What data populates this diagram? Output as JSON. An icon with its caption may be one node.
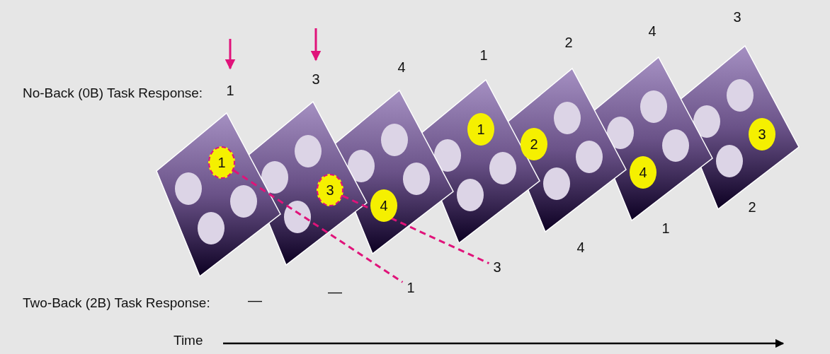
{
  "diagram": {
    "nodes": [
      {
        "text": [],
        "shape": "box"
      },
      {
        "text": [
          "1"
        ],
        "in": 0
      },
      {
        "text": [],
        "shape": "circle",
        "in": 0
      },
      {
        "text": [],
        "shape": "circle",
        "in": 0
      },
      {
        "text": [],
        "shape": "circle",
        "in": 0
      },
      {
        "text": [],
        "shape": "box"
      },
      {
        "text": [],
        "shape": "circle",
        "in": 5
      },
      {
        "text": [],
        "shape": "circle",
        "in": 5
      },
      {
        "text": [
          "3"
        ],
        "in": 5
      },
      {
        "text": [],
        "shape": "circle",
        "in": 5
      },
      {
        "text": [],
        "shape": "box"
      },
      {
        "text": [],
        "shape": "circle",
        "in": 10
      },
      {
        "text": [],
        "shape": "circle",
        "in": 10
      },
      {
        "text": [],
        "shape": "circle",
        "in": 10
      },
      {
        "text": [
          "4"
        ],
        "in": 10
      },
      {
        "text": [],
        "shape": "box"
      },
      {
        "text": [
          "1"
        ],
        "in": 15
      },
      {
        "text": [],
        "shape": "circle",
        "in": 15
      },
      {
        "text": [],
        "shape": "circle",
        "in": 15
      },
      {
        "text": [],
        "shape": "circle",
        "in": 15
      },
      {
        "text": [],
        "shape": "box"
      },
      {
        "text": [],
        "shape": "circle",
        "in": 20
      },
      {
        "text": [
          "2"
        ],
        "in": 20
      },
      {
        "text": [],
        "shape": "circle",
        "in": 20
      },
      {
        "text": [],
        "shape": "circle",
        "in": 20
      },
      {
        "text": [],
        "shape": "box"
      },
      {
        "text": [],
        "shape": "circle",
        "in": 25
      },
      {
        "text": [],
        "shape": "circle",
        "in": 25
      },
      {
        "text": [],
        "shape": "circle",
        "in": 25
      },
      {
        "text": [
          "4"
        ],
        "in": 25
      },
      {
        "text": [],
        "shape": "box"
      },
      {
        "text": [],
        "shape": "circle",
        "in": 30
      },
      {
        "text": [],
        "shape": "circle",
        "in": 30
      },
      {
        "text": [
          "3"
        ],
        "in": 30
      },
      {
        "text": [],
        "shape": "circle",
        "in": 30
      },
      {
        "text": [
          "1"
        ]
      },
      {
        "text": [
          "3"
        ]
      }
    ],
    "edges": [
      {
        "from": 1,
        "to": 35,
        "arrow": "none",
        "style": "dashed"
      },
      {
        "from": 8,
        "to": 36,
        "arrow": "none",
        "style": "dashed"
      }
    ],
    "labels": [
      "No-Back (0B) Task Response:",
      "1",
      "3",
      "4",
      "1",
      "2",
      "4",
      "3",
      "Two-Back (2B) Task Response:",
      "—",
      "—",
      "4",
      "1",
      "2",
      "Time"
    ]
  }
}
